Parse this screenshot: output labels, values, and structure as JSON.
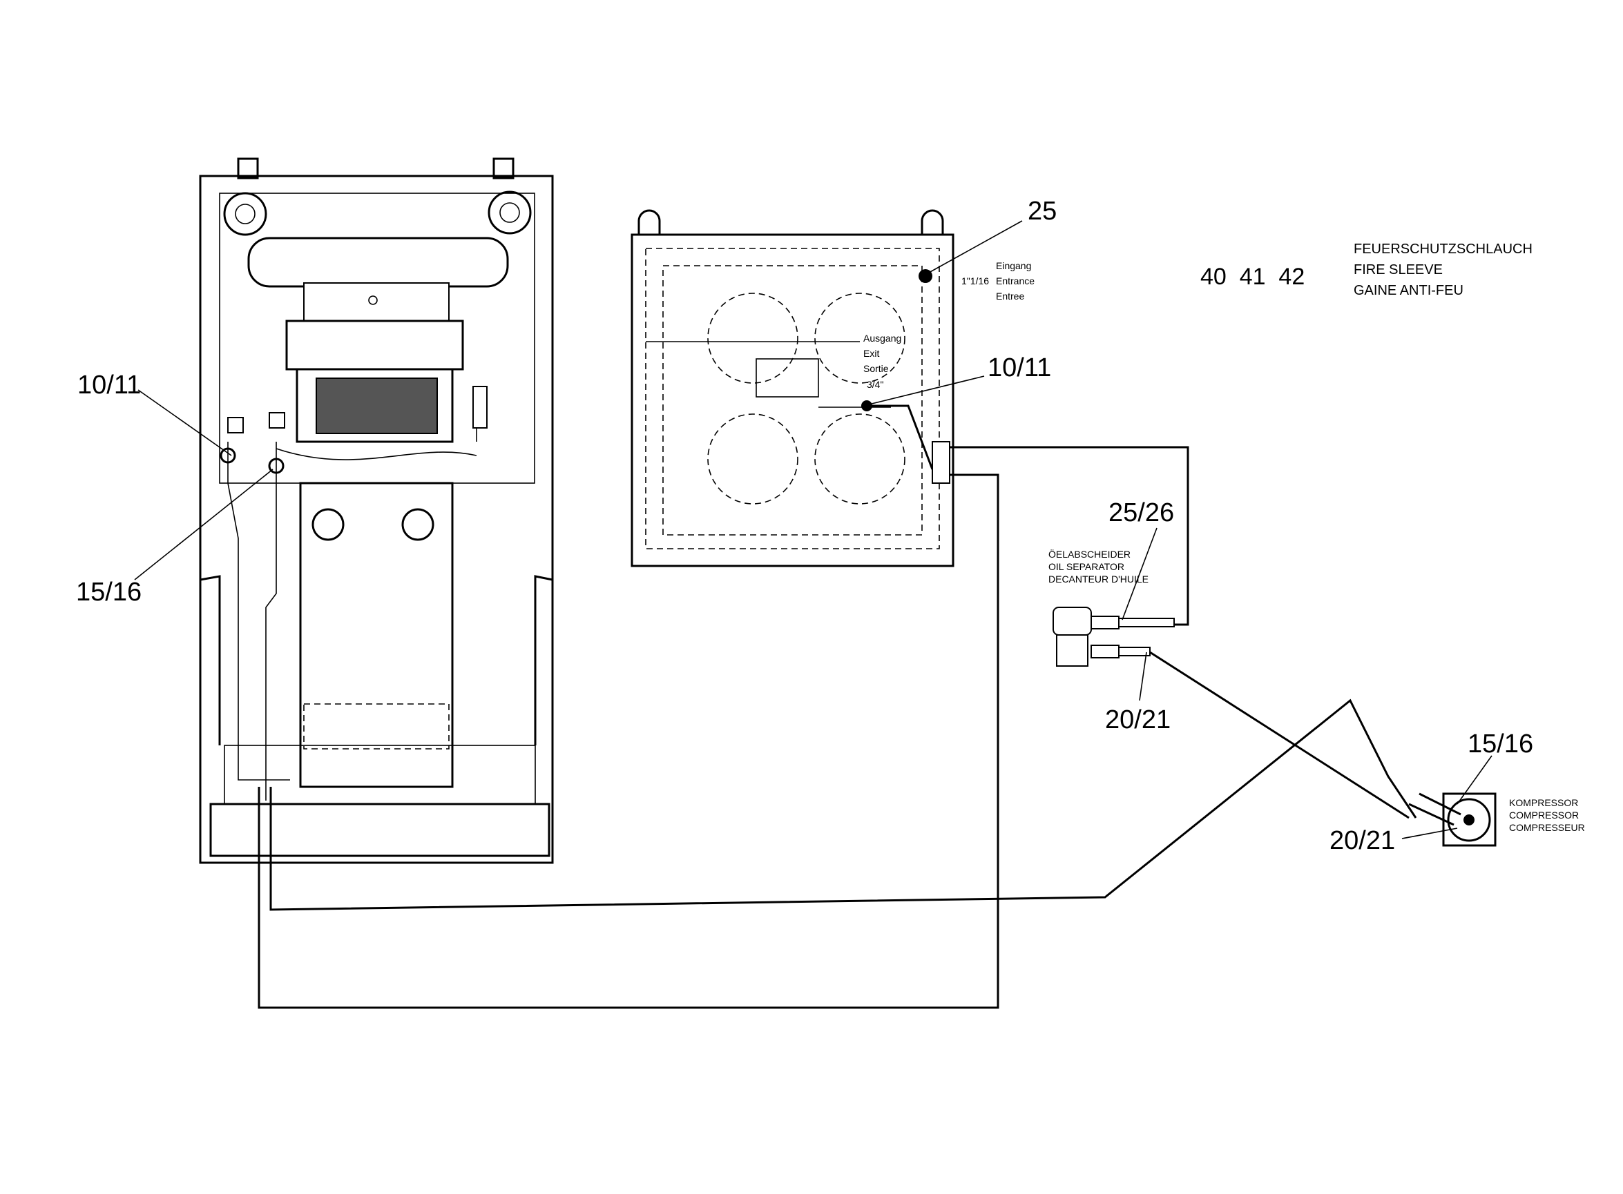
{
  "labels": {
    "left_10_11": "10/11",
    "left_15_16": "15/16",
    "tank_25": "25",
    "tank_10_11": "10/11",
    "sep_25_26": "25/26",
    "sep_20_21": "20/21",
    "comp_15_16": "15/16",
    "comp_20_21": "20/21"
  },
  "tank": {
    "inlet_size": "1\"1/16",
    "inlet": [
      "Eingang",
      "Entrance",
      "Entree"
    ],
    "outlet": [
      "Ausgang",
      "Exit",
      "Sortie"
    ],
    "outlet_size": "3/4\""
  },
  "separator": [
    "ÖELABSCHEIDER",
    "OIL SEPARATOR",
    "DECANTEUR D'HUILE"
  ],
  "compressor": [
    "KOMPRESSOR",
    "COMPRESSOR",
    "COMPRESSEUR"
  ],
  "part_numbers": "40  41  42",
  "fire_sleeve": [
    "FEUERSCHUTZSCHLAUCH",
    "FIRE SLEEVE",
    "GAINE ANTI-FEU"
  ]
}
